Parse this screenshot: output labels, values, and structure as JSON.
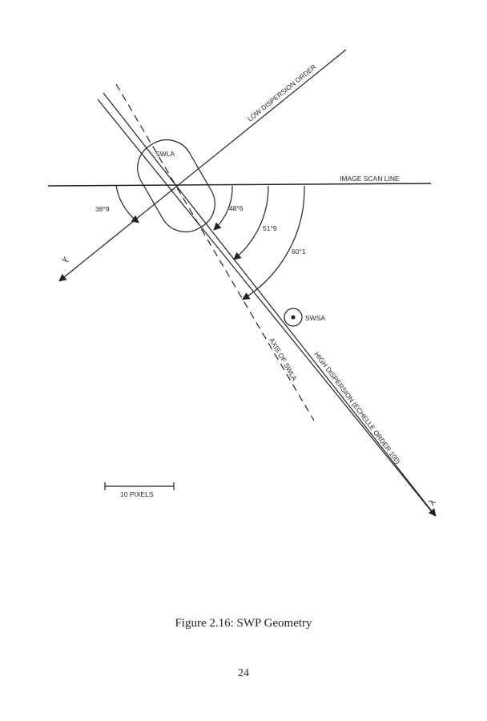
{
  "figure": {
    "labels": {
      "low_dispersion": "LOW DISPERSION ORDER",
      "scan_line": "IMAGE SCAN LINE",
      "swla": "SWLA",
      "swsa": "SWSA",
      "axis_swla": "AXIS OF SWLA",
      "high_dispersion": "HIGH DISPERSION (ECHELLE ORDER 100)",
      "lambda_low": "λ",
      "lambda_high": "λ",
      "scale": "10 PIXELS"
    },
    "angles": [
      "38°9",
      "48°6",
      "51°9",
      "60°1"
    ]
  },
  "caption": "Figure 2.16: SWP Geometry",
  "page_number": "24"
}
